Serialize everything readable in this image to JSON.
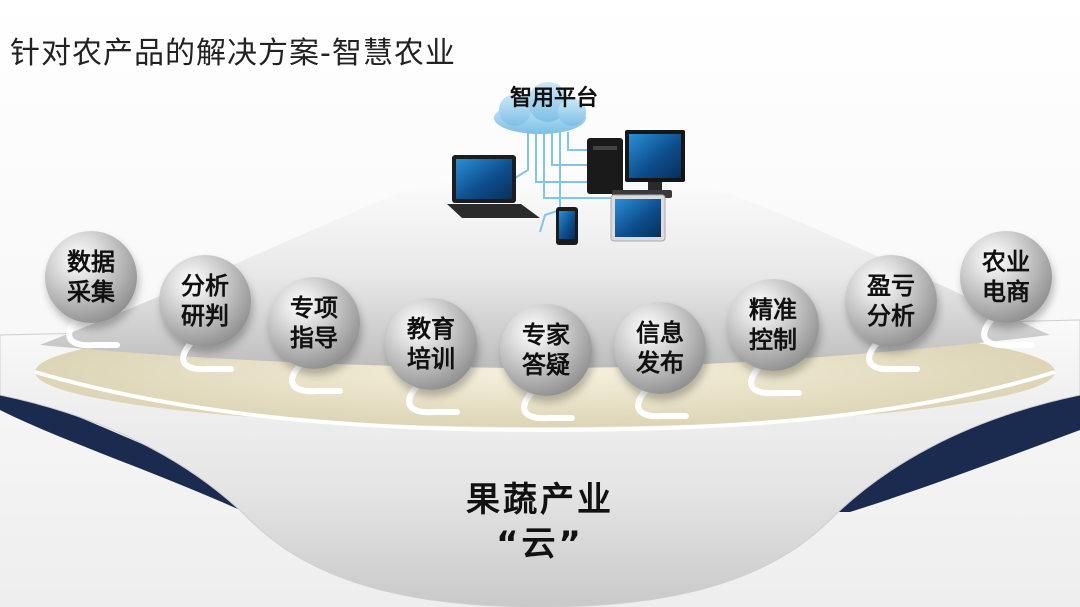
{
  "title": "针对农产品的解决方案-智慧农业",
  "platform": {
    "label": "智用平台"
  },
  "functions": [
    {
      "label": "数据\n采集"
    },
    {
      "label": "分析\n研判"
    },
    {
      "label": "专项\n指导"
    },
    {
      "label": "教育\n培训"
    },
    {
      "label": "专家\n答疑"
    },
    {
      "label": "信息\n发布"
    },
    {
      "label": "精准\n控制"
    },
    {
      "label": "盈亏\n分析"
    },
    {
      "label": "农业\n电商"
    }
  ],
  "industry_cloud": {
    "label": "果蔬产业\n“云”"
  },
  "colors": {
    "navy": "#1b2b50",
    "cloud_blue": "#8ec9ea",
    "tray": "#efe8d2"
  }
}
